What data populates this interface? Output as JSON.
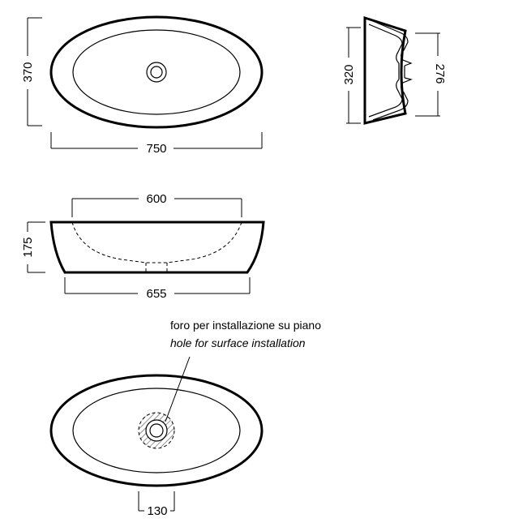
{
  "dimensions": {
    "top_height": "370",
    "top_width": "750",
    "side_outer_height": "320",
    "side_inner_height": "276",
    "front_top_width": "600",
    "front_height": "175",
    "front_bottom_width": "655",
    "hole_diameter": "130"
  },
  "note": {
    "italian": "foro per installazione su piano",
    "english": "hole for surface installation"
  }
}
